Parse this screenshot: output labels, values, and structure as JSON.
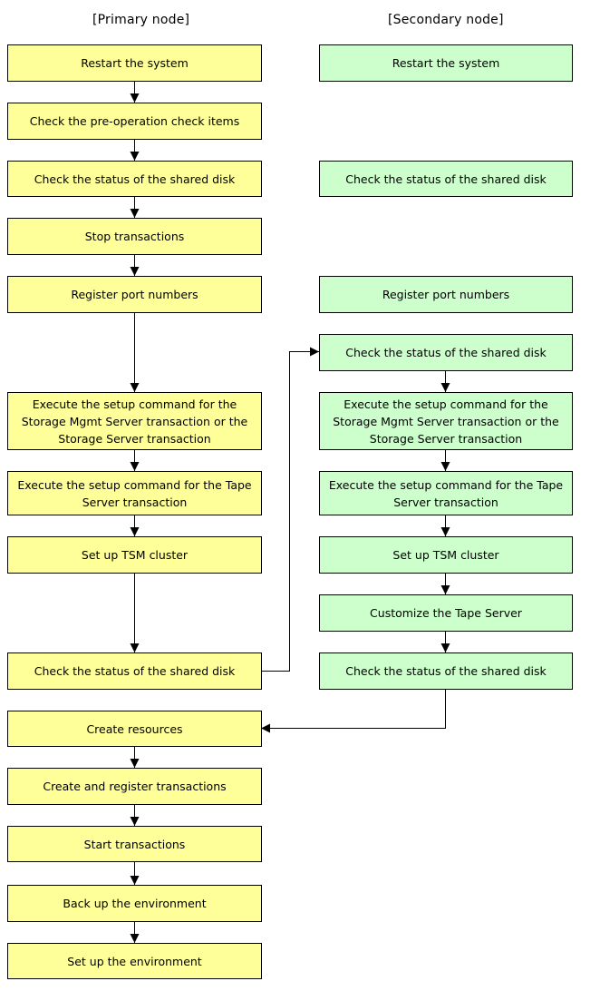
{
  "headers": {
    "primary": "[Primary node]",
    "secondary": "[Secondary node]"
  },
  "primary": [
    "Restart the system",
    "Check the pre-operation check items",
    "Check the status of the shared disk",
    "Stop transactions",
    "Register port numbers",
    "Execute the setup command for the Storage Mgmt Server transaction or the Storage Server transaction",
    "Execute the setup command for the Tape Server transaction",
    "Set up TSM cluster",
    "Check the status of the shared disk",
    "Create resources",
    "Create and register transactions",
    "Start transactions",
    "Back up the environment",
    "Set up the environment"
  ],
  "secondary": [
    "Restart the system",
    "Check the status of the shared disk",
    "Register port numbers",
    "Check the status of the shared disk",
    "Execute the setup command for the Storage Mgmt Server transaction or the Storage Server transaction",
    "Execute the setup command for the Tape Server transaction",
    "Set up TSM cluster",
    "Customize the Tape Server",
    "Check the status of the shared disk"
  ]
}
